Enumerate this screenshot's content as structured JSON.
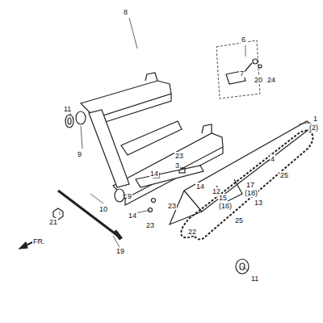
{
  "diagram": {
    "labels": [
      "8",
      "6",
      "7",
      "20",
      "24",
      "11",
      "9",
      "9",
      "10",
      "21",
      "19",
      "23",
      "14",
      "14",
      "12",
      "23",
      "23",
      "14",
      "3",
      "1",
      "(2)",
      "4",
      "25",
      "17",
      "(18)",
      "15",
      "(16)",
      "13",
      "25",
      "22",
      "11",
      "FR."
    ]
  }
}
